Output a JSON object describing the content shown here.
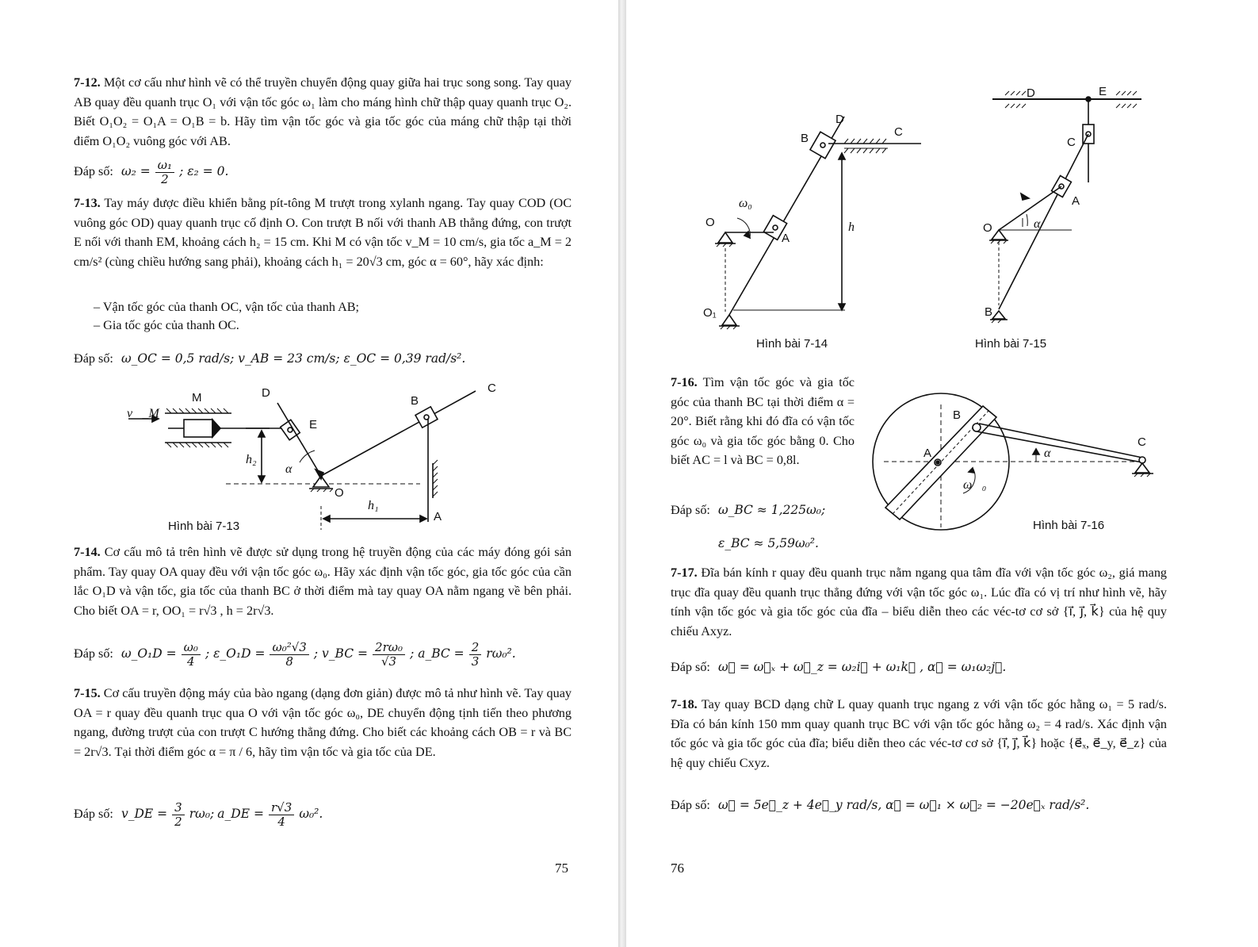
{
  "left_page": {
    "p712": {
      "num": "7-12.",
      "text": "Một cơ cấu như hình vẽ có thể truyền chuyển động quay giữa hai trục song song. Tay quay AB quay đều quanh trục O₁ với vận tốc góc ω₁ làm cho máng hình chữ thập quay quanh trục O₂. Biết O₁O₂ = O₁A = O₁B = b. Hãy tìm vận tốc góc và gia tốc góc của máng chữ thập tại thời điểm O₁O₂ vuông góc với AB.",
      "answer_label": "Đáp số:",
      "answer_w2": "ω₂ =",
      "answer_num": "ω₁",
      "answer_den": "2",
      "answer_e2": "; ε₂ = 0."
    },
    "p713": {
      "num": "7-13.",
      "text": "Tay máy được điều khiển bằng pít-tông M trượt trong xylanh ngang. Tay quay COD (OC vuông góc OD) quay quanh trục cố định O. Con trượt B nối với thanh AB thẳng đứng, con trượt E nối với thanh EM, khoảng cách h₂ = 15 cm. Khi M có vận tốc v_M = 10 cm/s, gia tốc a_M = 2 cm/s² (cùng chiều hướng sang phải), khoảng cách h₁ = 20√3 cm, góc α = 60°, hãy xác định:",
      "bullet1": "–  Vận tốc góc của thanh OC, vận tốc của thanh AB;",
      "bullet2": "–  Gia tốc góc của thanh OC.",
      "answer_label": "Đáp số:",
      "answer": "ω_OC = 0,5 rad/s;  v_AB = 23 cm/s;  ε_OC = 0,39 rad/s².",
      "figure_caption": "Hình bài 7-13"
    },
    "p714": {
      "num": "7-14.",
      "text": "Cơ cấu mô tả trên hình vẽ được sử dụng trong hệ truyền động của các máy đóng gói sản phẩm. Tay quay OA quay đều với vận tốc góc ω₀. Hãy xác định vận tốc góc, gia tốc góc của cần lắc O₁D và vận tốc, gia tốc của thanh BC ở thời điểm mà tay quay OA nằm ngang về bên phải. Cho biết OA = r, OO₁ = r√3 , h = 2r√3.",
      "answer_label": "Đáp số:",
      "a1_lhs": "ω_O₁D =",
      "a1_num": "ω₀",
      "a1_den": "4",
      "a2_lhs": "; ε_O₁D =",
      "a2_num": "ω₀²√3",
      "a2_den": "8",
      "a3_lhs": "; v_BC =",
      "a3_num": "2rω₀",
      "a3_den": "√3",
      "a4_lhs": "; a_BC =",
      "a4_num": "2",
      "a4_den": "3",
      "a4_tail": "rω₀²."
    },
    "p715": {
      "num": "7-15.",
      "text": "Cơ cấu truyền động máy của bào ngang (dạng đơn giản) được mô tả như hình vẽ. Tay quay OA = r quay đều quanh trục qua O với vận tốc góc ω₀, DE chuyển động tịnh tiến theo phương ngang, đường trượt của con trượt C hướng thẳng đứng. Cho biết các khoảng cách OB = r và BC = 2r√3. Tại thời điểm góc α = π / 6, hãy tìm vận tốc và gia tốc của DE.",
      "answer_label": "Đáp số:",
      "a1_lhs": "v_DE =",
      "a1_num": "3",
      "a1_den": "2",
      "a1_tail": "rω₀;",
      "a2_lhs": "a_DE =",
      "a2_num": "r√3",
      "a2_den": "4",
      "a2_tail": "ω₀²."
    },
    "page_number": "75"
  },
  "right_page": {
    "fig714_caption": "Hình bài 7-14",
    "fig715_caption": "Hình bài 7-15",
    "fig716_caption": "Hình bài 7-16",
    "p716": {
      "num": "7-16.",
      "text": "Tìm vận tốc góc và gia tốc góc của thanh BC tại thời điểm α = 20°. Biết rằng khi đó đĩa có vận tốc góc ω₀ và gia tốc góc bằng 0. Cho biết AC = l và BC = 0,8l.",
      "answer_label": "Đáp số:",
      "answer1": "ω_BC ≈ 1,225ω₀;",
      "answer2": "ε_BC ≈ 5,59ω₀²."
    },
    "p717": {
      "num": "7-17.",
      "text": "Đĩa bán kính r quay đều quanh trục nằm ngang qua tâm đĩa với vận tốc góc ω₂, giá mang trục đĩa quay đều quanh trục thẳng đứng với vận tốc góc ω₁. Lúc đĩa có vị trí như hình vẽ, hãy tính vận tốc góc và gia tốc góc của đĩa – biểu diễn theo các véc-tơ cơ sở {i⃗, j⃗, k⃗} của hệ quy chiếu Axyz.",
      "answer_label": "Đáp số:",
      "answer": "ω⃗ = ω⃗ₓ + ω⃗_z = ω₂i⃗ + ω₁k⃗ ,  α⃗ = ω₁ω₂j⃗."
    },
    "p718": {
      "num": "7-18.",
      "text": "Tay quay BCD dạng chữ L quay quanh trục ngang z với vận tốc góc hằng ω₁ = 5 rad/s. Đĩa có bán kính 150 mm quay quanh trục BC với vận tốc góc hằng ω₂ = 4 rad/s. Xác định vận tốc góc và gia tốc góc của đĩa; biểu diễn theo các véc-tơ cơ sở {i⃗, j⃗, k⃗} hoặc {e⃗ₓ, e⃗_y, e⃗_z} của hệ quy chiếu Cxyz.",
      "answer_label": "Đáp số:",
      "answer": "ω⃗ = 5e⃗_z + 4e⃗_y rad/s,   α⃗ = ω⃗₁ × ω⃗₂ = −20e⃗ₓ  rad/s²."
    },
    "page_number": "76"
  },
  "figure_labels": {
    "f713": {
      "M": "M",
      "D": "D",
      "E": "E",
      "B": "B",
      "C": "C",
      "O": "O",
      "A": "A",
      "vM": "v⃗_M",
      "h2": "h₂",
      "h1": "h₁",
      "alpha": "α"
    },
    "f714": {
      "D": "D",
      "B": "B",
      "C": "C",
      "O": "O",
      "A": "A",
      "O1": "O₁",
      "h": "h",
      "w0": "ω₀"
    },
    "f715": {
      "D": "D",
      "E": "E",
      "C": "C",
      "A": "A",
      "O": "O",
      "B": "B",
      "alpha": "α"
    },
    "f716": {
      "B": "B",
      "A": "A",
      "C": "C",
      "alpha": "α",
      "w0": "ω⃗₀"
    }
  }
}
